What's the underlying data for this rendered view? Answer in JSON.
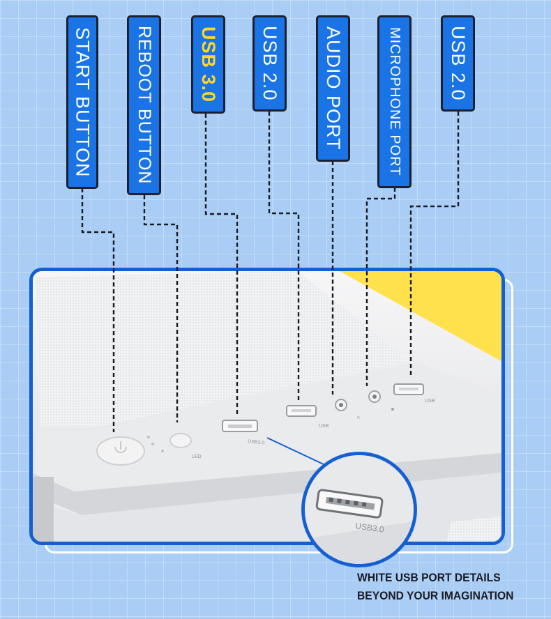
{
  "labels": {
    "start_button": "START BUTTON",
    "reboot_button": "REBOOT BUTTON",
    "usb3": "USB 3.0",
    "usb2_left": "USB 2.0",
    "audio_port": "AUDIO PORT",
    "microphone_port": "MICROPHONE PORT",
    "usb2_right": "USB 2.0"
  },
  "panel_markings": {
    "led": "LED",
    "usb3": "USB3.0",
    "usb": "USB",
    "usb_right": "USB",
    "zoom_usb3": "USB3.0"
  },
  "caption": {
    "line1": "WHITE USB PORT DETAILS",
    "line2": "BEYOND YOUR IMAGINATION"
  },
  "colors": {
    "background": "#a9cdf4",
    "label_fill": "#1a74e6",
    "label_highlight_text": "#ffd626",
    "frame_border": "#1560d0",
    "yellow_accent": "#ffe14d"
  }
}
